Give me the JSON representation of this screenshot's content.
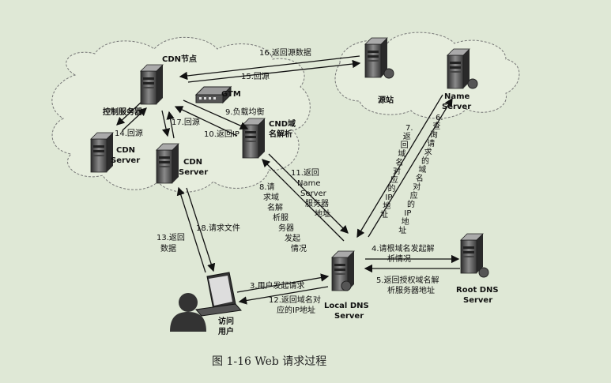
{
  "nodes": {
    "cdn_node": "CDN节点",
    "control_server": "控制服务器",
    "gtm": "GTM",
    "cnd_dns": [
      "CND域",
      "名解析"
    ],
    "cdn_server_left": [
      "CDN",
      "Server"
    ],
    "cdn_server_mid": [
      "CDN",
      "Server"
    ],
    "origin": "源站",
    "name_server": [
      "Name",
      "Server"
    ],
    "local_dns": [
      "Local DNS",
      "Server"
    ],
    "root_dns": [
      "Root DNS",
      "Server"
    ],
    "user": [
      "访问",
      "用户"
    ]
  },
  "steps": {
    "s3": "3.用户发起请求",
    "s4": [
      "4.请根域名发起解",
      "析情况"
    ],
    "s5": [
      "5.返回授权域名解",
      "析服务器地址"
    ],
    "s6": [
      "6.",
      "查",
      "询",
      "请",
      "求",
      "的",
      "域",
      "名",
      "对",
      "应",
      "的",
      "IP",
      "地",
      "址"
    ],
    "s7": [
      "7.",
      "返",
      "回",
      "域",
      "名",
      "对",
      "应",
      "的",
      "IP",
      "地",
      "址"
    ],
    "s8": [
      "8.请",
      "求域",
      "名解",
      "析服",
      "务器",
      "发起",
      "情况"
    ],
    "s9": "9.负载均衡",
    "s10": "10.返回IP",
    "s11": [
      "11.返回",
      "Name",
      "Server",
      "服务器",
      "地址"
    ],
    "s12": [
      "12.返回域名对",
      "应的IP地址"
    ],
    "s13": [
      "13.返回",
      "数据"
    ],
    "s14": "14.回源",
    "s15": "15.回源",
    "s16": "16.返回源数据",
    "s17": "17.回源",
    "s18": "18.请求文件"
  },
  "caption": "图 1-16    Web 请求过程"
}
